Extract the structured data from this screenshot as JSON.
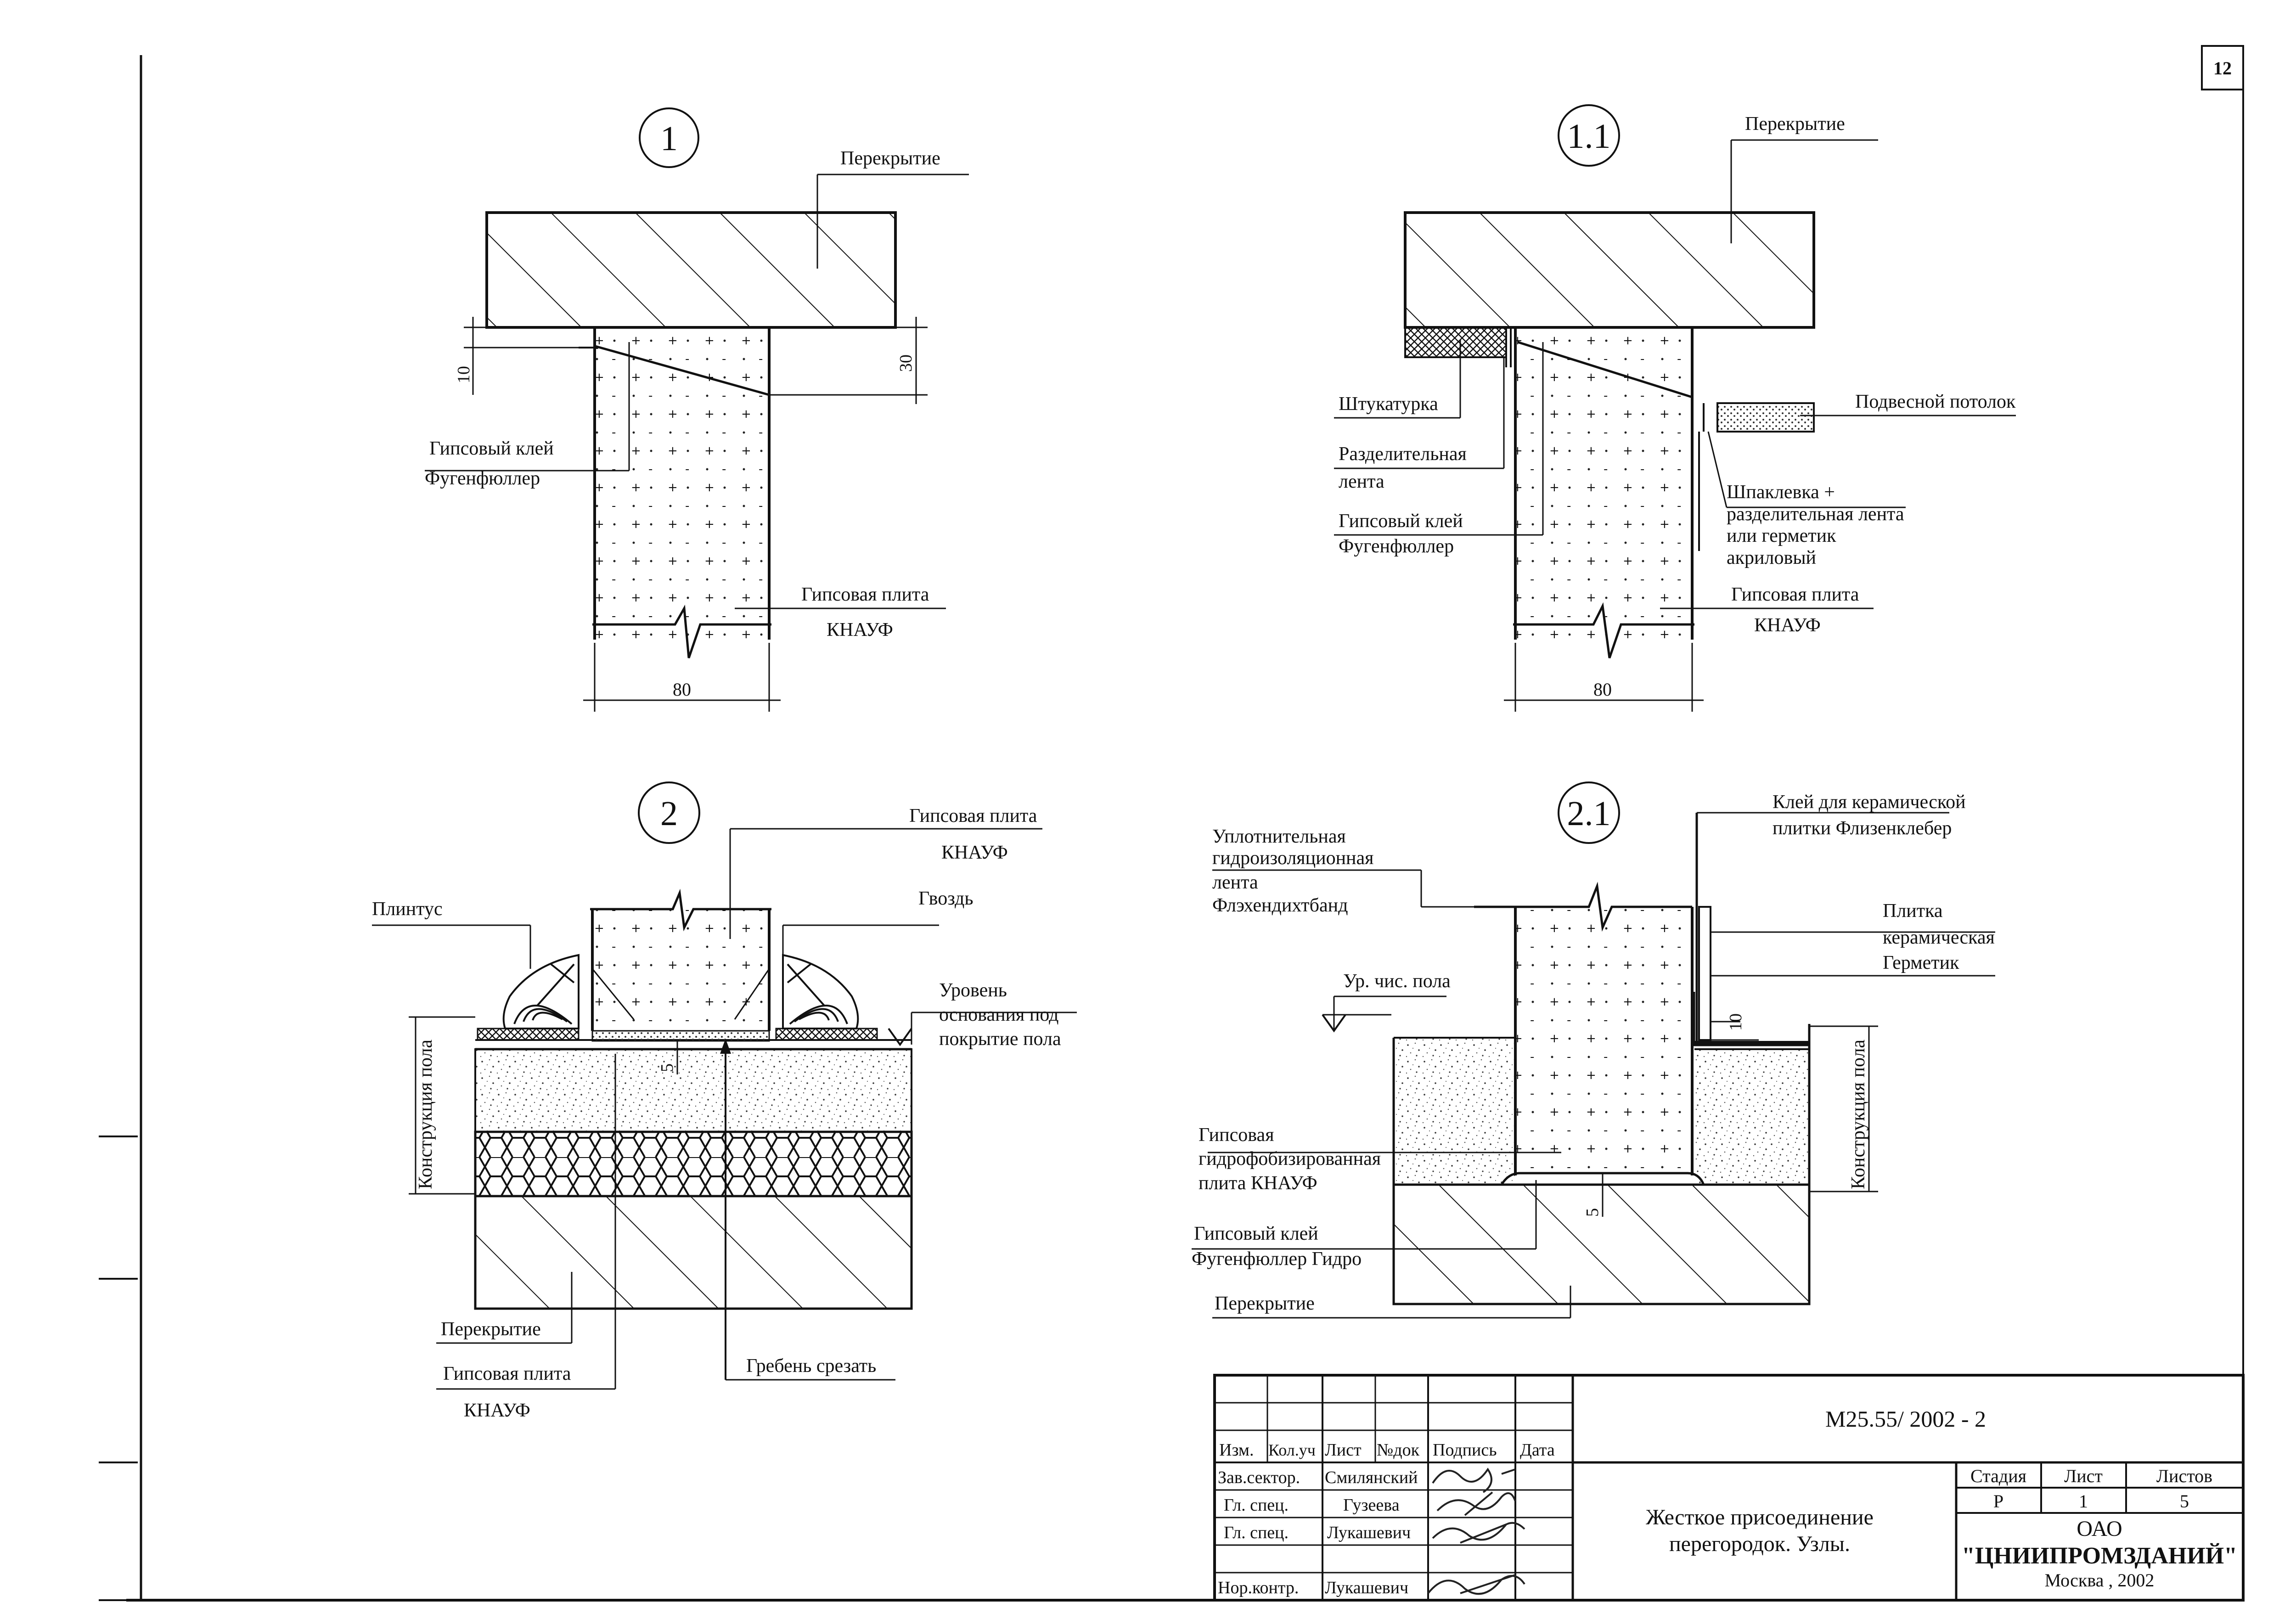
{
  "sheet_number": "12",
  "detail_1": {
    "marker": "1",
    "ceiling": "Перекрытие",
    "glue_line1": "Гипсовый клей",
    "glue_line2": "Фугенфюллер",
    "board_line1": "Гипсовая плита",
    "board_line2": "КНАУФ",
    "dim_left": "10",
    "dim_right": "30",
    "dim_width": "80"
  },
  "detail_1_1": {
    "marker": "1.1",
    "ceiling": "Перекрытие",
    "plaster": "Штукатурка",
    "separating_tape_line1": "Разделительная",
    "separating_tape_line2": "лента",
    "glue_line1": "Гипсовый клей",
    "glue_line2": "Фугенфюллер",
    "suspended_ceiling": "Подвесной потолок",
    "putty_line1": "Шпаклевка +",
    "putty_line2": "разделительная лента",
    "putty_line3": "или герметик",
    "putty_line4": "акриловый",
    "board_line1": "Гипсовая плита",
    "board_line2": "КНАУФ",
    "dim_width": "80"
  },
  "detail_2": {
    "marker": "2",
    "board_top_line1": "Гипсовая плита",
    "board_top_line2": "КНАУФ",
    "nail": "Гвоздь",
    "skirting": "Плинтус",
    "level_line1": "Уровень",
    "level_line2": "основания под",
    "level_line3": "покрытие пола",
    "floor_construction": "Конструкция пола",
    "dim_gap": "5",
    "slab": "Перекрытие",
    "board_bottom_line1": "Гипсовая плита",
    "board_bottom_line2": "КНАУФ",
    "cut_ridge": "Гребень срезать"
  },
  "detail_2_1": {
    "marker": "2.1",
    "tape_line1": "Уплотнительная",
    "tape_line2": "гидроизоляционная",
    "tape_line3": "лента",
    "tape_line4": "Флэхендихтбанд",
    "tile_glue_line1": "Клей для керамической",
    "tile_glue_line2": "плитки Флизенклебер",
    "tile_line1": "Плитка",
    "tile_line2": "керамическая",
    "sealant": "Герметик",
    "dim_sealant": "10",
    "clean_floor": "Ур. чис. пола",
    "board_line1": "Гипсовая",
    "board_line2": "гидрофобизированная",
    "board_line3": "плита КНАУФ",
    "glue_line1": "Гипсовый клей",
    "glue_line2": "Фугенфюллер Гидро",
    "slab": "Перекрытие",
    "floor_construction": "Конструкция пола",
    "dim_gap": "5"
  },
  "title_block": {
    "doc_code": "М25.55/ 2002 - 2",
    "col_izm": "Изм.",
    "col_kol": "Кол.уч",
    "col_list": "Лист",
    "col_ndok": "№док",
    "col_sign": "Подпись",
    "col_date": "Дата",
    "rows": [
      {
        "role": "Зав.сектор.",
        "name": "Смилянский"
      },
      {
        "role": "Гл. спец.",
        "name": "Гузеева"
      },
      {
        "role": "Гл. спец.",
        "name": "Лукашевич"
      },
      {
        "role": "",
        "name": ""
      },
      {
        "role": "Нор.контр.",
        "name": "Лукашевич"
      }
    ],
    "title_line1": "Жесткое присоединение",
    "title_line2": "перегородок. Узлы.",
    "h_stage": "Стадия",
    "h_sheet": "Лист",
    "h_sheets": "Листов",
    "stage": "Р",
    "sheet": "1",
    "sheets": "5",
    "org_line1": "ОАО",
    "org_line2": "\"ЦНИИПРОМЗДАНИЙ\"",
    "org_line3": "Москва , 2002"
  }
}
